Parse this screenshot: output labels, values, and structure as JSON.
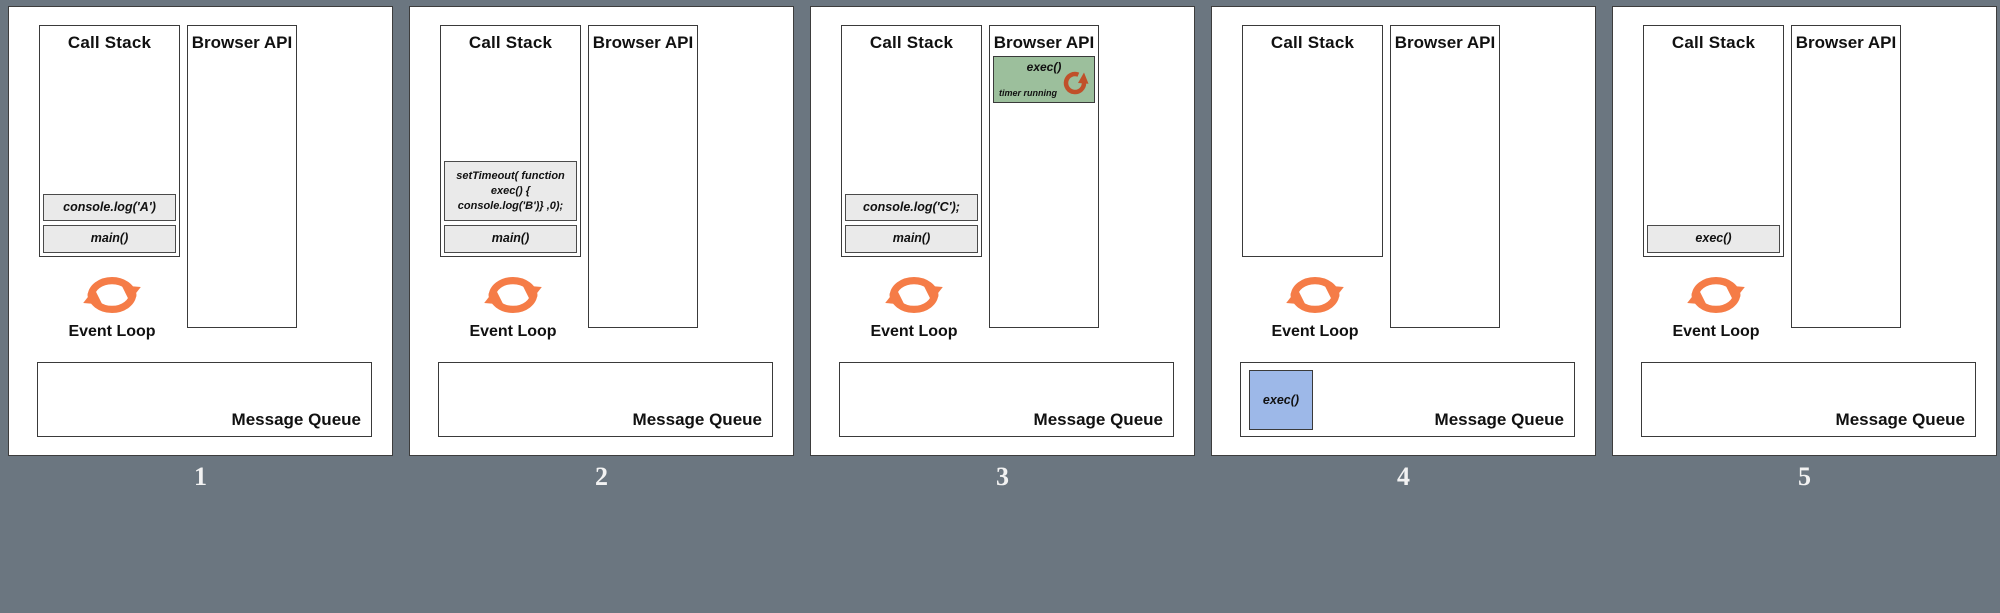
{
  "meta": {
    "background_color": "#6b7680",
    "panel_background": "#ffffff",
    "frame_fill": "#eaeaea",
    "timer_fill": "#9cbf9c",
    "queue_item_fill": "#9db8e8",
    "accent_orange": "#f57c47",
    "spinner_orange": "#c0502a"
  },
  "labels": {
    "call_stack": "Call Stack",
    "browser_api": "Browser API",
    "event_loop": "Event Loop",
    "message_queue": "Message Queue"
  },
  "panels": [
    {
      "number": "1",
      "call_stack": {
        "title": "Call Stack",
        "frames": [
          {
            "text": "console.log('A')",
            "multiline": false
          },
          {
            "text": "main()",
            "multiline": false
          }
        ]
      },
      "browser_api": {
        "title": "Browser API",
        "timer": null
      },
      "event_loop_label": "Event Loop",
      "message_queue": {
        "label": "Message Queue",
        "item": null
      }
    },
    {
      "number": "2",
      "call_stack": {
        "title": "Call Stack",
        "frames": [
          {
            "text": "setTimeout( function exec() {\nconsole.log('B')} ,0);",
            "multiline": true
          },
          {
            "text": "main()",
            "multiline": false
          }
        ]
      },
      "browser_api": {
        "title": "Browser API",
        "timer": null
      },
      "event_loop_label": "Event Loop",
      "message_queue": {
        "label": "Message Queue",
        "item": null
      }
    },
    {
      "number": "3",
      "call_stack": {
        "title": "Call Stack",
        "frames": [
          {
            "text": "console.log('C');",
            "multiline": false
          },
          {
            "text": "main()",
            "multiline": false
          }
        ]
      },
      "browser_api": {
        "title": "Browser API",
        "timer": {
          "title": "exec()",
          "status": "timer running"
        }
      },
      "event_loop_label": "Event Loop",
      "message_queue": {
        "label": "Message Queue",
        "item": null
      }
    },
    {
      "number": "4",
      "call_stack": {
        "title": "Call Stack",
        "frames": []
      },
      "browser_api": {
        "title": "Browser API",
        "timer": null
      },
      "event_loop_label": "Event Loop",
      "message_queue": {
        "label": "Message Queue",
        "item": {
          "text": "exec()"
        }
      }
    },
    {
      "number": "5",
      "call_stack": {
        "title": "Call Stack",
        "frames": [
          {
            "text": "exec()",
            "multiline": false
          }
        ]
      },
      "browser_api": {
        "title": "Browser API",
        "timer": null
      },
      "event_loop_label": "Event Loop",
      "message_queue": {
        "label": "Message Queue",
        "item": null
      }
    }
  ]
}
